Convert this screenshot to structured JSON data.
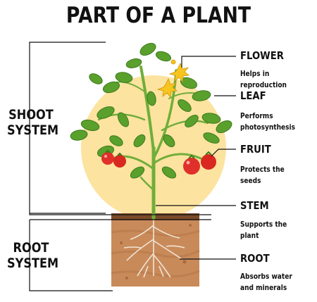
{
  "title": "PART OF A PLANT",
  "systems": {
    "shoot": {
      "line1": "SHOOT",
      "line2": "SYSTEM"
    },
    "root": {
      "line1": "ROOT",
      "line2": "SYSTEM"
    }
  },
  "parts": [
    {
      "name": "FLOWER",
      "desc": [
        "Helps in reproduction"
      ]
    },
    {
      "name": "LEAF",
      "desc": [
        "Performs",
        "photosynthesis"
      ]
    },
    {
      "name": "FRUIT",
      "desc": [
        "Protects the",
        "seeds"
      ]
    },
    {
      "name": "STEM",
      "desc": [
        "Supports the",
        "plant"
      ]
    },
    {
      "name": "ROOT",
      "desc": [
        "Absorbs water",
        "and minerals"
      ]
    }
  ],
  "colors": {
    "sun": "#fde3a0",
    "leaf": "#5aa02c",
    "leaf_dark": "#3d7a1c",
    "stem": "#6fae3a",
    "tomato": "#e0302a",
    "flower": "#f7c51e",
    "soil_top": "#7a4a2a",
    "soil": "#c98a5a",
    "root": "#e8dccb"
  }
}
